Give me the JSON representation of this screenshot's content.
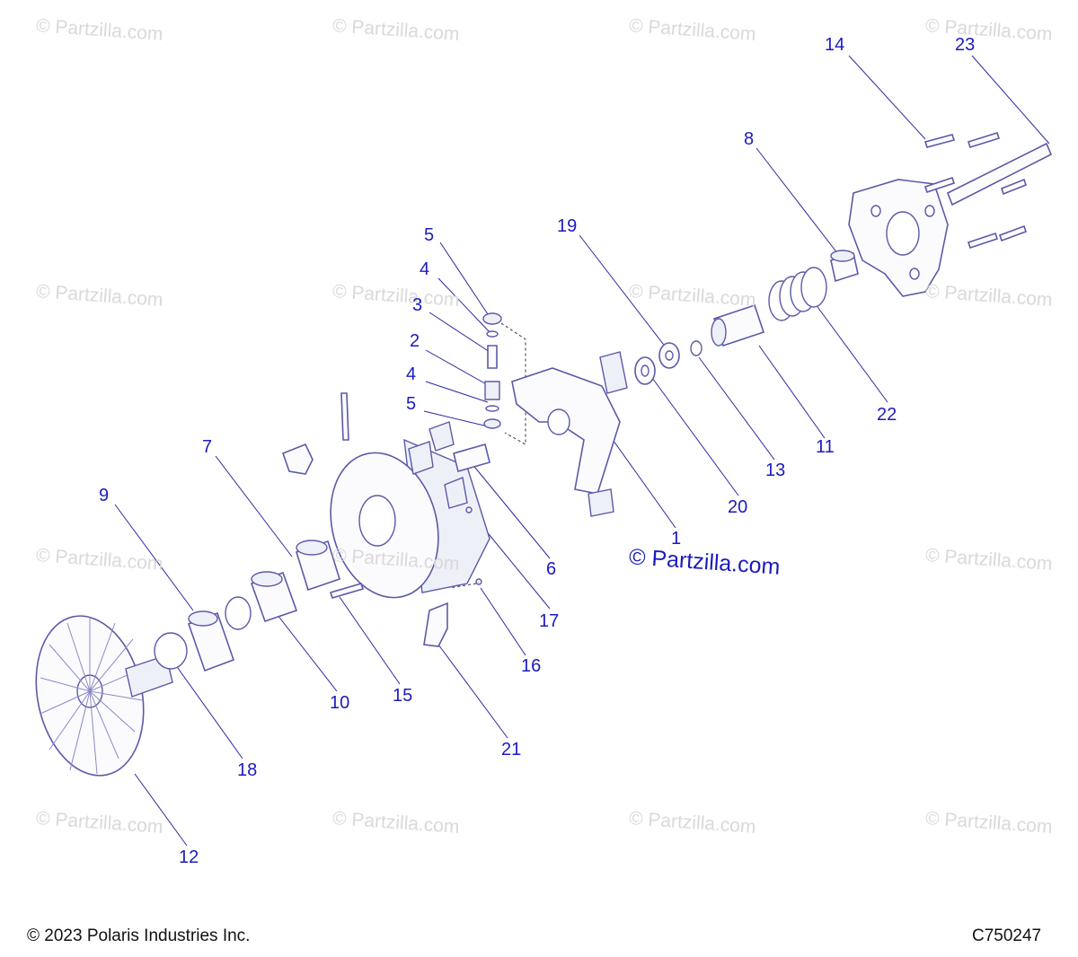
{
  "watermark_text": "© Partzilla.com",
  "brand_mark": "© Partzilla.com",
  "footer": {
    "copyright": "© 2023 Polaris Industries Inc.",
    "diagram_code": "C750247"
  },
  "callouts": [
    "14",
    "23",
    "8",
    "19",
    "5",
    "4",
    "3",
    "2",
    "4",
    "5",
    "22",
    "11",
    "13",
    "20",
    "7",
    "9",
    "6",
    "1",
    "17",
    "16",
    "10",
    "15",
    "18",
    "21",
    "12"
  ],
  "colors": {
    "callout": "#1b1bbf",
    "lines": "#5a5aa8",
    "watermark": "#d9d9d9"
  }
}
